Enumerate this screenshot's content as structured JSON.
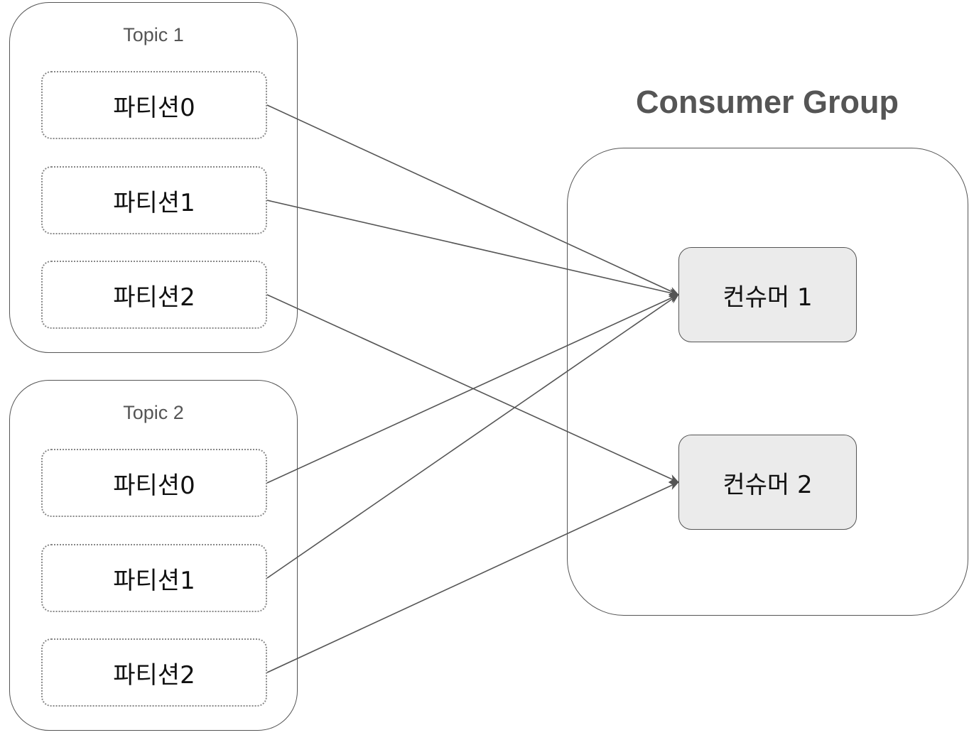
{
  "topics": [
    {
      "title": "Topic 1",
      "partitions": [
        "파티션0",
        "파티션1",
        "파티션2"
      ]
    },
    {
      "title": "Topic 2",
      "partitions": [
        "파티션0",
        "파티션1",
        "파티션2"
      ]
    }
  ],
  "consumer_group": {
    "title": "Consumer Group",
    "consumers": [
      "컨슈머 1",
      "컨슈머 2"
    ]
  },
  "edges": [
    {
      "from": "topic1-partition0",
      "to": "consumer1"
    },
    {
      "from": "topic1-partition1",
      "to": "consumer1"
    },
    {
      "from": "topic1-partition2",
      "to": "consumer2"
    },
    {
      "from": "topic2-partition0",
      "to": "consumer1"
    },
    {
      "from": "topic2-partition1",
      "to": "consumer1"
    },
    {
      "from": "topic2-partition2",
      "to": "consumer2"
    }
  ],
  "colors": {
    "stroke": "#555555",
    "consumer_fill": "#ebebeb",
    "partition_border": "#888888"
  }
}
